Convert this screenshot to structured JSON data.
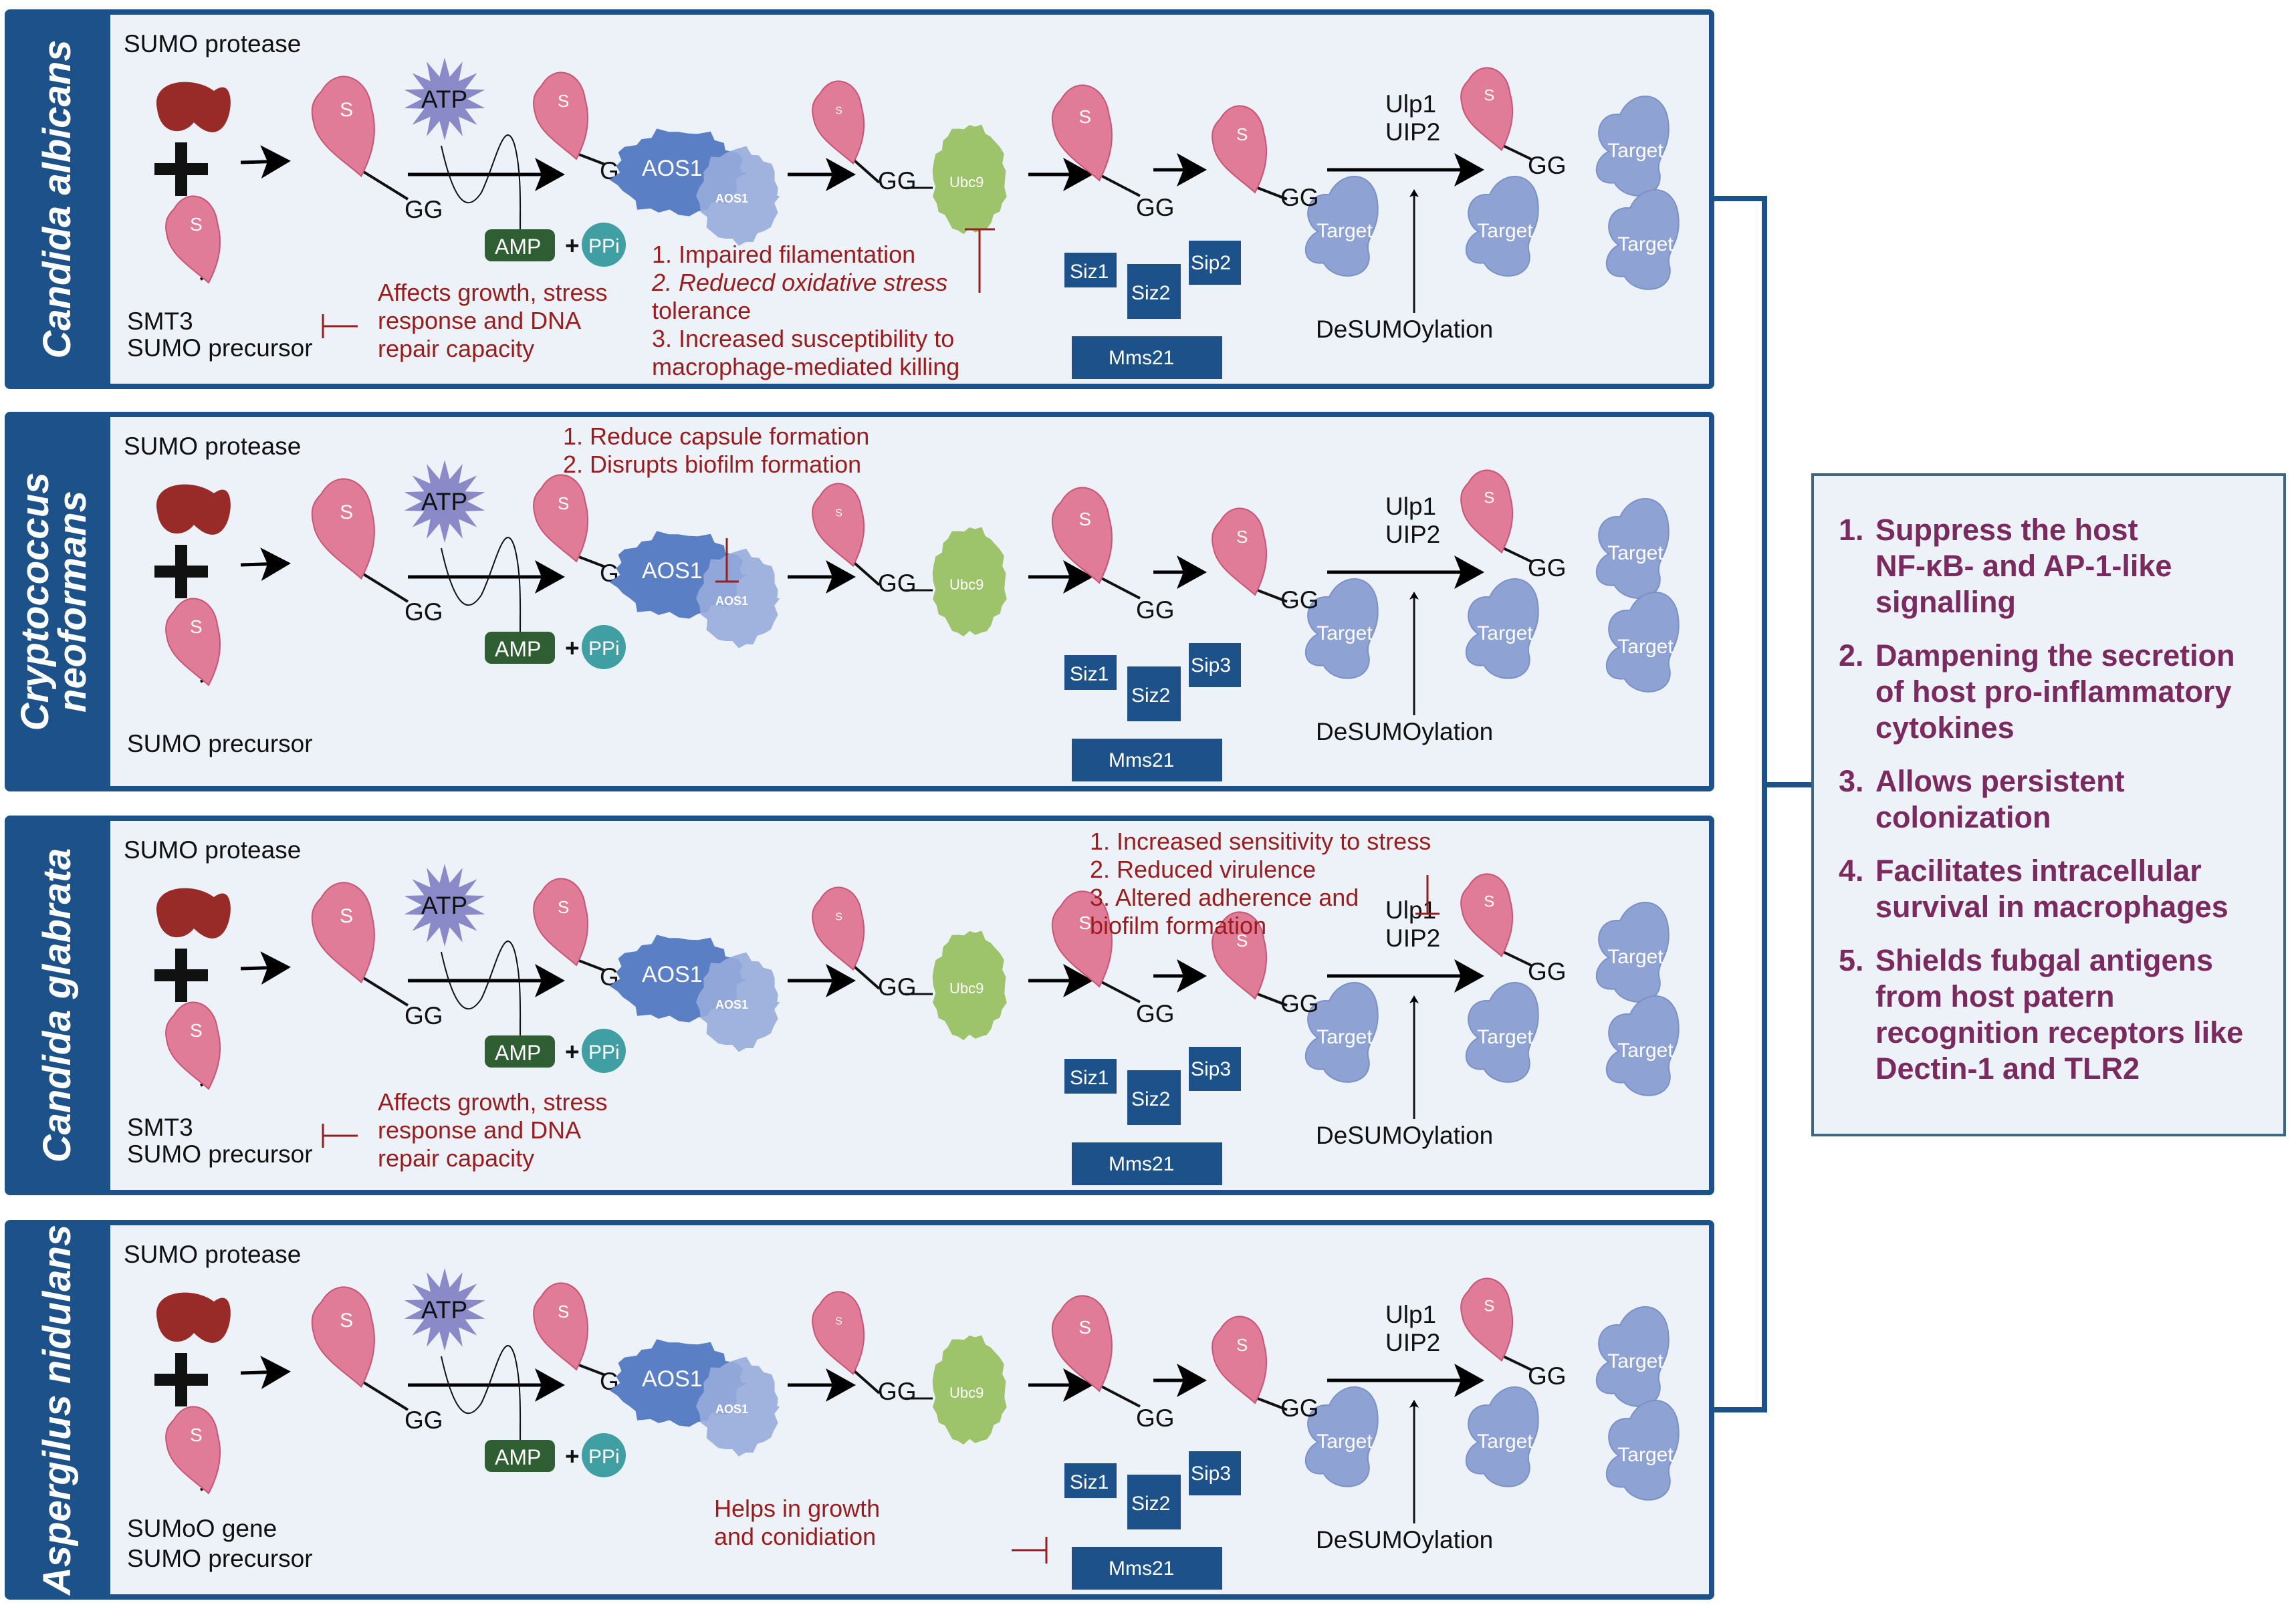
{
  "colors": {
    "panel_border": "#1c5189",
    "panel_bg": "#edf2f9",
    "label_bar": "#1c5189",
    "inhibit_text": "#9b1c1c",
    "sumo_pink": "#e07b98",
    "protease_red": "#982b28",
    "aos1_blue": "#5b7fc4",
    "ubc9_green": "#9dc46a",
    "target_blue": "#8ea3d4",
    "ligase_box": "#1c5189",
    "amp_green": "#2f5e33",
    "ppi_teal": "#3f9fa3",
    "atp_purple": "#8a8ac8",
    "summary_text": "#7a2a5e"
  },
  "common": {
    "sumo_protease": "SUMO protease",
    "sumo_precursor": "SUMO precursor",
    "sumo_letter": "S",
    "gg": "GG",
    "atp": "ATP",
    "amp": "AMP",
    "plus": "+",
    "ppi": "PPi",
    "aos1": "AOS1",
    "ubc9": "Ubc9",
    "ulp1": "Ulp1",
    "uip2": "UIP2",
    "desumoylation": "DeSUMOylation",
    "target": "Target",
    "siz1": "Siz1",
    "siz2": "Siz2",
    "mms21": "Mms21"
  },
  "panels": [
    {
      "species": "Candida albicans",
      "precursor_gene": "SMT3",
      "sip_label": "Sip2",
      "effect_precursor": [
        "Affects growth, stress",
        "response and DNA",
        "repair capacity"
      ],
      "effect_list": [
        "1. Impaired filamentation",
        "2. Reduecd oxidative stress",
        "    tolerance",
        "3. Increased susceptibility to",
        "    macrophage-mediated killing"
      ]
    },
    {
      "species": "Cryptococcus neoformans",
      "precursor_gene": "",
      "sip_label": "Sip3",
      "effect_list": [
        "1. Reduce capsule formation",
        "2. Disrupts biofilm formation"
      ]
    },
    {
      "species": "Candida glabrata",
      "precursor_gene": "SMT3",
      "sip_label": "Sip3",
      "effect_precursor": [
        "Affects growth, stress",
        "response and DNA",
        "repair capacity"
      ],
      "effect_list": [
        "1. Increased sensitivity to stress",
        "2. Reduced virulence",
        "3. Altered adherence and",
        "    biofilm formation"
      ]
    },
    {
      "species": "Aspergilus nidulans",
      "precursor_gene": "SUMoO gene",
      "sip_label": "Sip3",
      "effect_list": [
        "Helps in growth",
        "and conidiation"
      ]
    }
  ],
  "summary": {
    "items": [
      {
        "num": "1.",
        "lines": [
          "Suppress the host",
          "NF-κB- and AP-1-like",
          "signalling"
        ]
      },
      {
        "num": "2.",
        "lines": [
          "Dampening the secretion",
          "of host pro-inflammatory",
          "cytokines"
        ]
      },
      {
        "num": "3.",
        "lines": [
          "Allows persistent",
          "colonization"
        ]
      },
      {
        "num": "4.",
        "lines": [
          "Facilitates intracellular",
          "survival in macrophages"
        ]
      },
      {
        "num": "5.",
        "lines": [
          "Shields fubgal antigens",
          "from host patern",
          "recognition receptors like",
          "Dectin-1 and TLR2"
        ]
      }
    ]
  }
}
